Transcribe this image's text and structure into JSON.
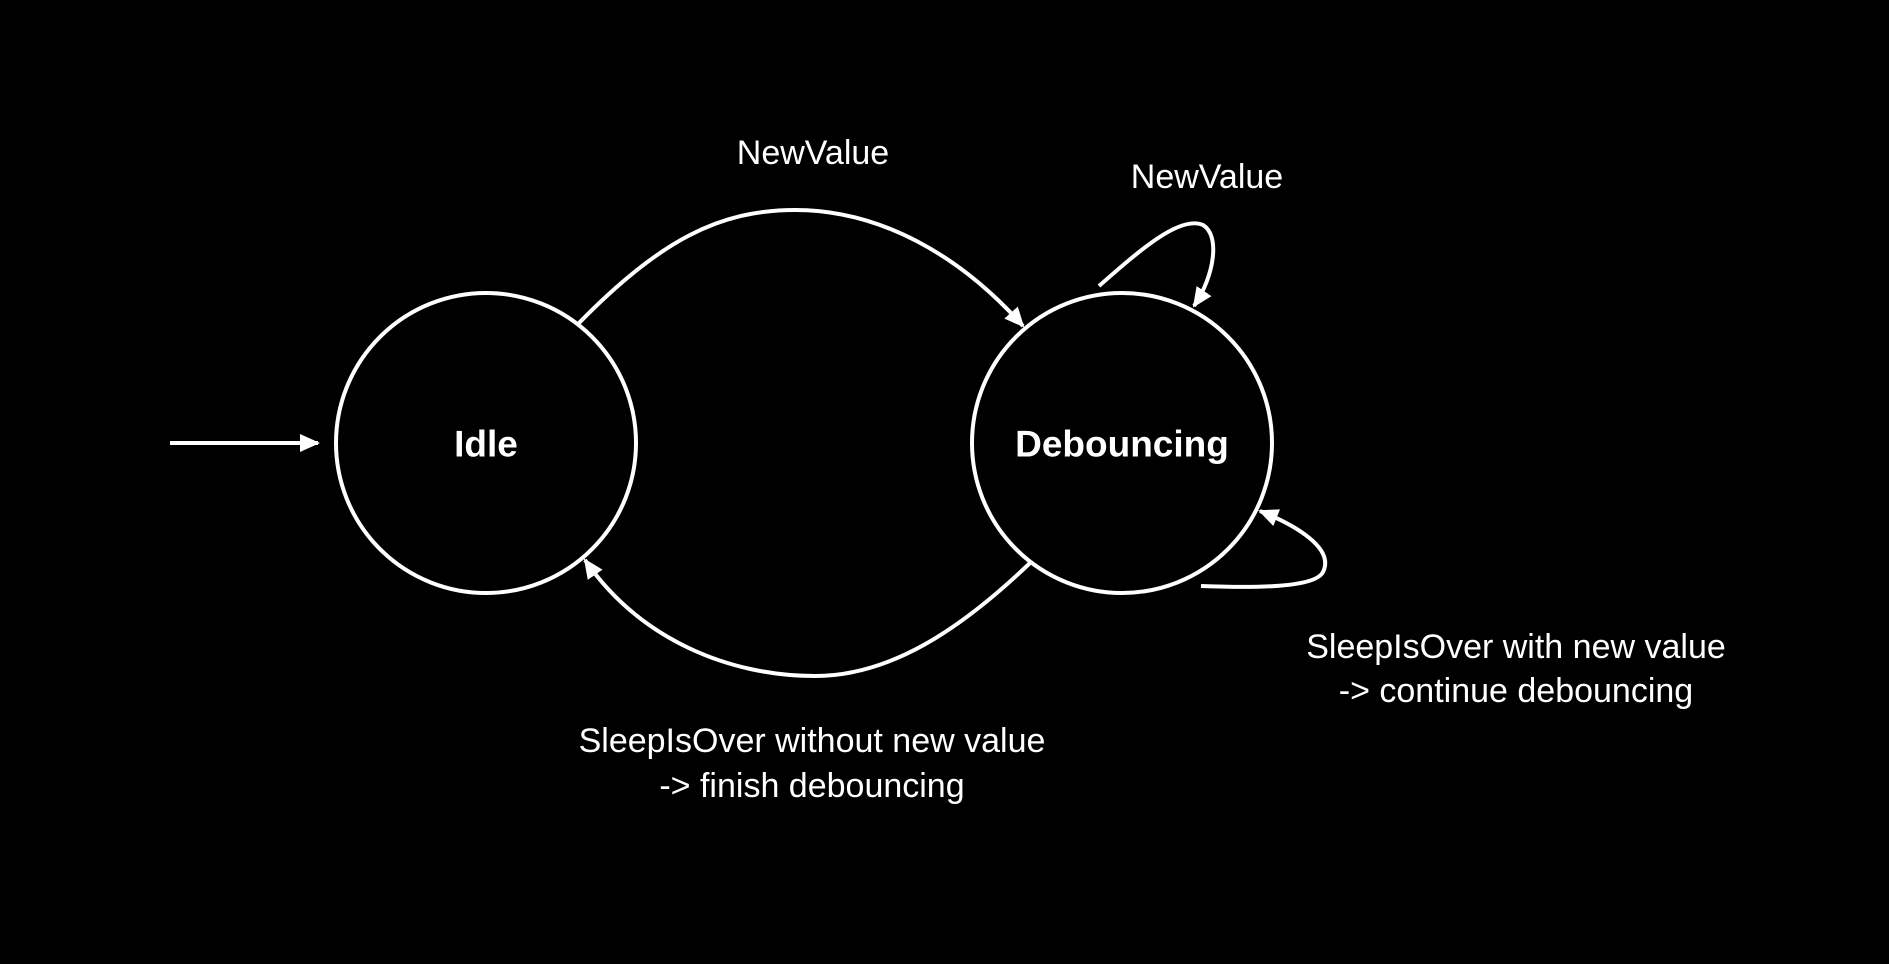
{
  "colors": {
    "background": "#000000",
    "foreground": "#ffffff"
  },
  "states": {
    "idle": {
      "label": "Idle"
    },
    "debouncing": {
      "label": "Debouncing"
    }
  },
  "transitions": {
    "idle_to_debouncing": {
      "label": "NewValue"
    },
    "debouncing_self_top": {
      "label": "NewValue"
    },
    "debouncing_self_bottom": {
      "label_line1": "SleepIsOver with new value",
      "label_line2": "-> continue debouncing"
    },
    "debouncing_to_idle": {
      "label_line1": "SleepIsOver without new value",
      "label_line2": "-> finish debouncing"
    }
  }
}
